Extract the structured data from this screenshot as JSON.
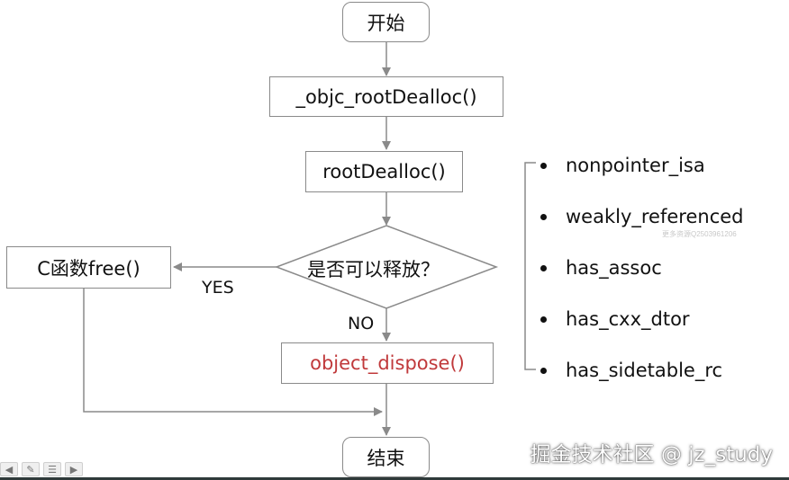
{
  "nodes": {
    "start": "开始",
    "objc_root_dealloc": "_objc_rootDealloc()",
    "root_dealloc": "rootDealloc()",
    "decision": "是否可以释放？",
    "c_free": "C函数free()",
    "object_dispose": "object_dispose()",
    "end": "结束"
  },
  "edge_labels": {
    "yes": "YES",
    "no": "NO"
  },
  "checklist": [
    "nonpointer_isa",
    "weakly_referenced",
    "has_assoc",
    "has_cxx_dtor",
    "has_sidetable_rc"
  ],
  "watermarks": {
    "small": "更多资源Q2503961206",
    "brand": "掘金技术社区 @ jz_study"
  },
  "colors": {
    "dispose_text": "#c0393b",
    "line": "#8a8a8a",
    "text": "#111111"
  },
  "toolbar": {
    "icons": [
      "back-arrow-icon",
      "pen-icon",
      "list-icon",
      "forward-arrow-icon"
    ]
  }
}
